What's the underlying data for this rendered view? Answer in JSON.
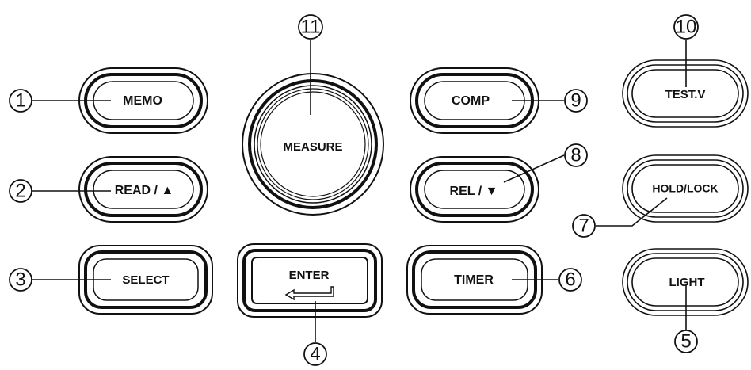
{
  "buttons": {
    "memo": "MEMO",
    "read": "READ / ▲",
    "select": "SELECT",
    "measure": "MEASURE",
    "enter": "ENTER",
    "comp": "COMP",
    "rel": "REL / ▼",
    "timer": "TIMER",
    "testv": "TEST.V",
    "holdlock": "HOLD/LOCK",
    "light": "LIGHT"
  },
  "callouts": {
    "c1": "1",
    "c2": "2",
    "c3": "3",
    "c4": "4",
    "c5": "5",
    "c6": "6",
    "c7": "7",
    "c8": "8",
    "c9": "9",
    "c10": "10",
    "c11": "11"
  },
  "icons": {
    "enter": "enter-arrow-icon"
  }
}
